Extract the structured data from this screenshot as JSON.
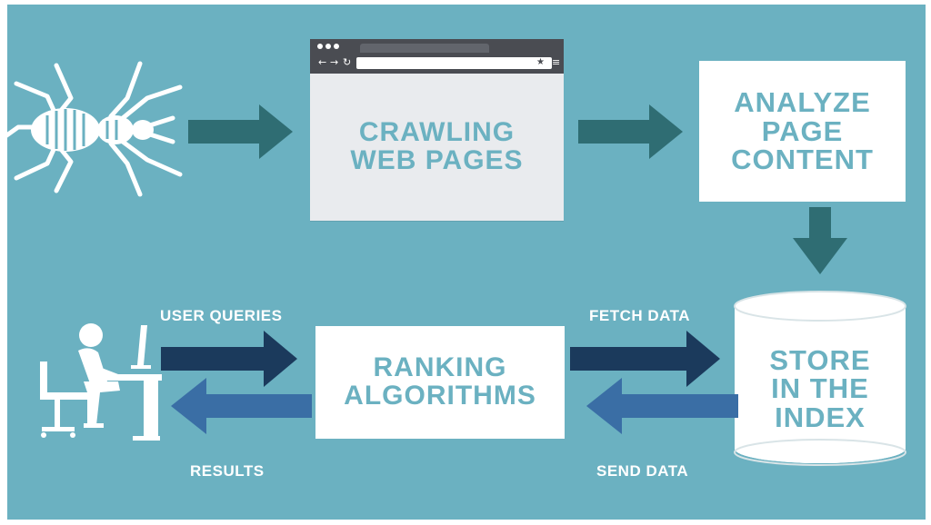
{
  "colors": {
    "background": "#6bb1c1",
    "box_fill": "#ffffff",
    "box_text": "#6bb1c1",
    "arrow_dark_teal": "#2f6d73",
    "arrow_navy": "#1b3a5c",
    "arrow_blue": "#3a6ea5",
    "browser_chrome": "#4a4c52",
    "browser_page": "#e9ebee",
    "label_text": "#ffffff"
  },
  "nodes": {
    "crawler": {
      "icon": "spider-icon"
    },
    "crawling": {
      "label": "CRAWLING\nWEB PAGES",
      "icon": "browser-window-icon"
    },
    "analyze": {
      "label": "ANALYZE\nPAGE\nCONTENT"
    },
    "store": {
      "label": "STORE\nIN THE\nINDEX",
      "icon": "database-cylinder-icon"
    },
    "ranking": {
      "label": "RANKING\nALGORITHMS"
    },
    "user": {
      "icon": "user-at-computer-icon"
    }
  },
  "edges": [
    {
      "from": "crawler",
      "to": "crawling",
      "label": ""
    },
    {
      "from": "crawling",
      "to": "analyze",
      "label": ""
    },
    {
      "from": "analyze",
      "to": "store",
      "label": ""
    },
    {
      "from": "user",
      "to": "ranking",
      "label": "USER QUERIES"
    },
    {
      "from": "ranking",
      "to": "user",
      "label": "RESULTS"
    },
    {
      "from": "ranking",
      "to": "store",
      "label": "FETCH DATA"
    },
    {
      "from": "store",
      "to": "ranking",
      "label": "SEND DATA"
    }
  ]
}
